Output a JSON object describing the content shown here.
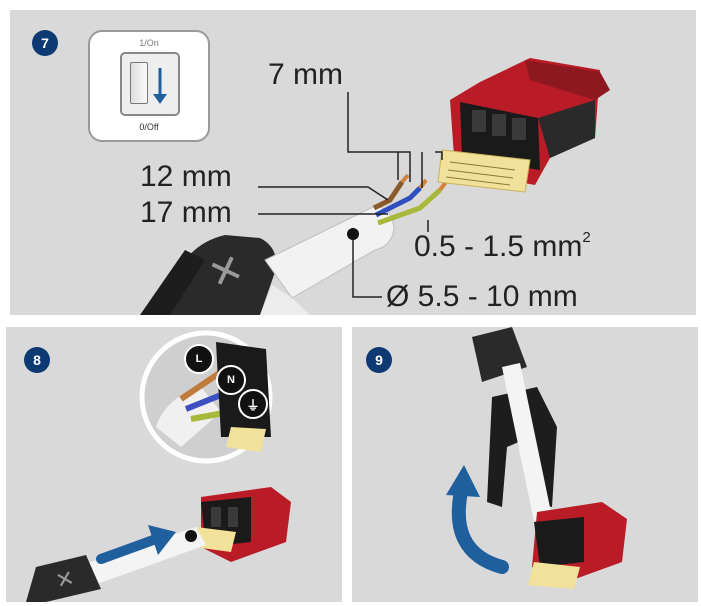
{
  "steps": [
    {
      "number": "7"
    },
    {
      "number": "8"
    },
    {
      "number": "9"
    }
  ],
  "switch": {
    "on_label": "1/On",
    "off_label": "0/Off"
  },
  "measurements": {
    "strip_length": "7 mm",
    "outer_strip_a": "12 mm",
    "outer_strip_b": "17 mm",
    "wire_section": "0.5 - 1.5 mm",
    "wire_section_sup": "2",
    "cable_diameter": "Ø 5.5 - 10 mm"
  },
  "conductors": {
    "line": "L",
    "neutral": "N"
  },
  "colors": {
    "badge": "#0d3a73",
    "arrow": "#1f5f9e",
    "connector_red": "#c4202c",
    "panel": "#d9d9d9"
  },
  "icons": [
    "power-switch-off-icon",
    "earth-ground-icon",
    "insert-arrow-icon",
    "rotate-arrow-icon"
  ]
}
